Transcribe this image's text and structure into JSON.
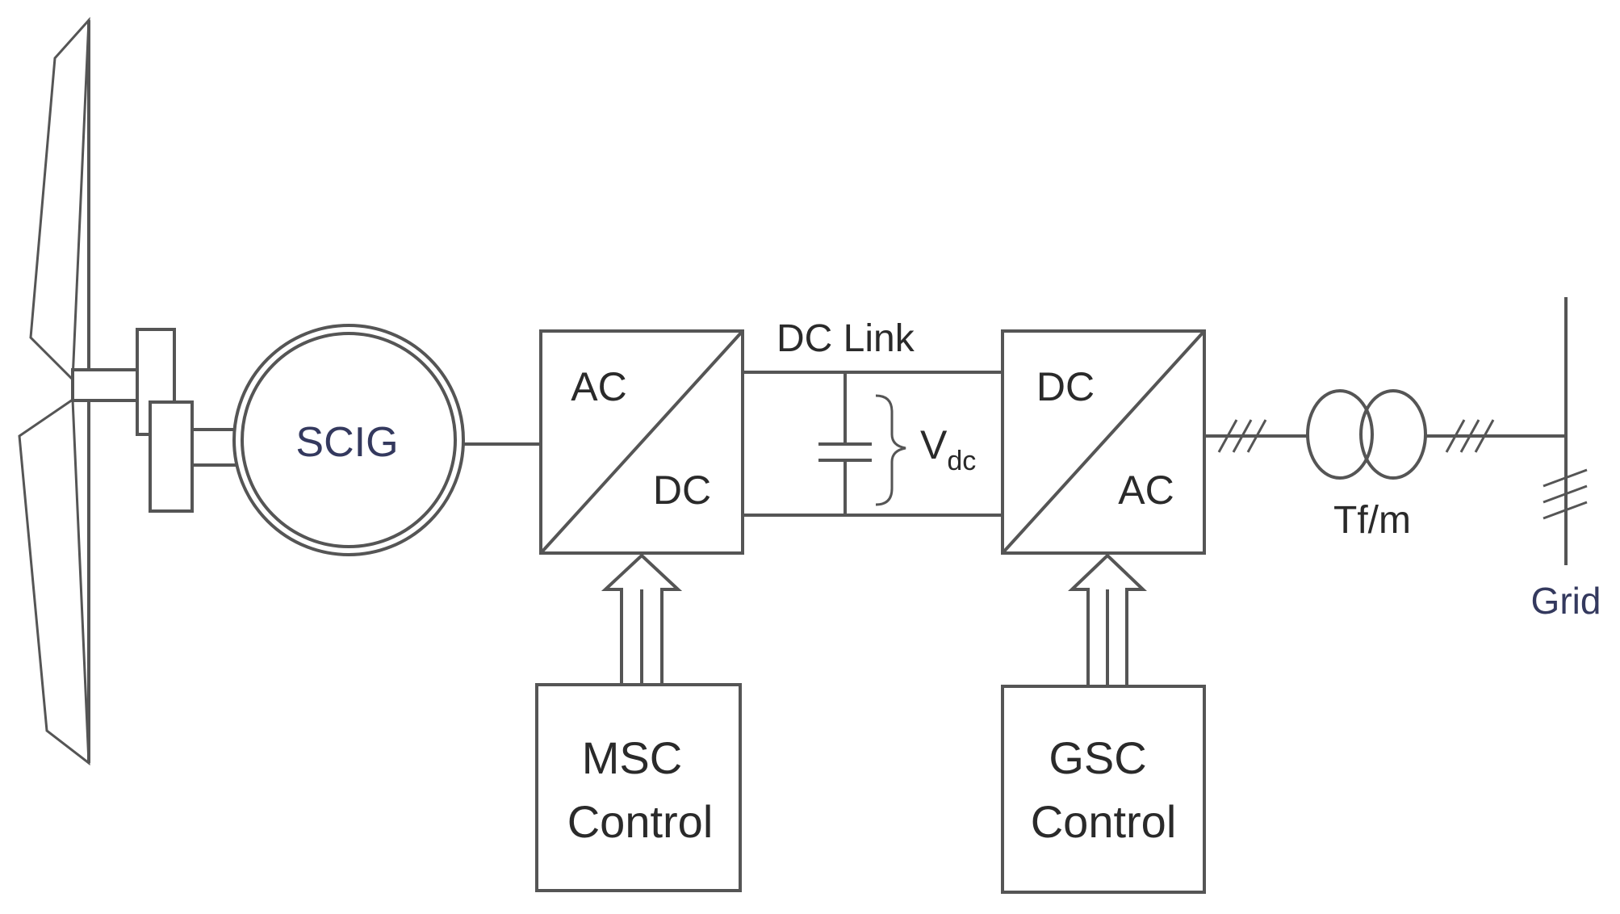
{
  "generator": {
    "label": "SCIG"
  },
  "machine_side_converter": {
    "input_label": "AC",
    "output_label": "DC"
  },
  "dc_link": {
    "label": "DC Link",
    "voltage_symbol": "V",
    "voltage_subscript": "dc"
  },
  "grid_side_converter": {
    "input_label": "DC",
    "output_label": "AC"
  },
  "transformer": {
    "label": "Tf/m"
  },
  "grid": {
    "label": "Grid"
  },
  "msc_control": {
    "line1": "MSC",
    "line2": "Control"
  },
  "gsc_control": {
    "line1": "GSC",
    "line2": "Control"
  },
  "icons": [
    "wind-turbine-blades-icon",
    "gearbox-icon",
    "capacitor-icon",
    "transformer-icon",
    "three-phase-mark-icon",
    "grid-bus-icon"
  ],
  "colors": {
    "stroke": "#555555",
    "text": "#2a2a2a",
    "label_blue": "#34395e"
  }
}
